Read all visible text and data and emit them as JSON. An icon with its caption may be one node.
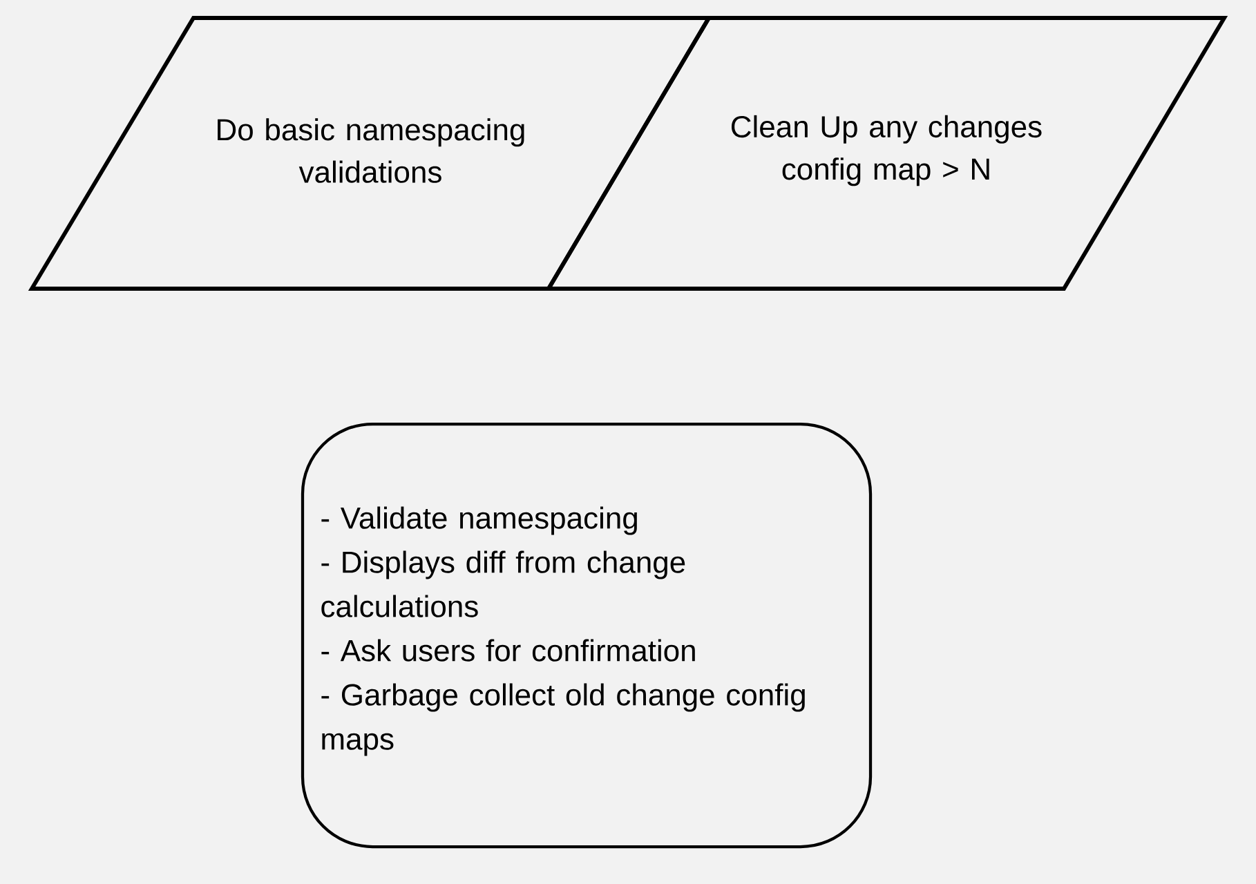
{
  "diagram": {
    "nodes": [
      {
        "text": [
          "Do basic namespacing validations"
        ]
      },
      {
        "text": [
          "Clean Up any changes config map > N"
        ]
      },
      {
        "text": [
          "- Validate namespacing",
          "- Displays diff from change calculations",
          "- Ask users for confirmation",
          "- Garbage collect old change config maps"
        ]
      }
    ]
  }
}
